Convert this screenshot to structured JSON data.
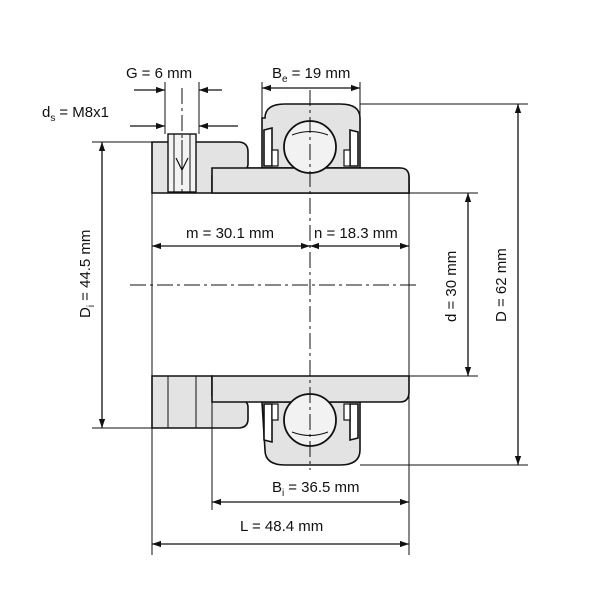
{
  "drawing": {
    "labels": {
      "G": {
        "symbol": "G",
        "value": "= 6 mm"
      },
      "ds": {
        "symbol": "d",
        "sub": "s",
        "value": "= M8x1"
      },
      "Be": {
        "symbol": "B",
        "sub": "e",
        "value": "= 19 mm"
      },
      "m": {
        "text": "m = 30.1 mm"
      },
      "n": {
        "text": "n = 18.3 mm"
      },
      "Di": {
        "symbol": "D",
        "sub": "i",
        "value": "= 44.5 mm"
      },
      "d": {
        "text": "d = 30 mm"
      },
      "D": {
        "text": "D = 62 mm"
      },
      "Bi": {
        "symbol": "B",
        "sub": "i",
        "value": "= 36.5 mm"
      },
      "L": {
        "text": "L = 48.4 mm"
      }
    },
    "colors": {
      "ink": "#111111",
      "part_fill": "#e3e3e3",
      "ball_fill": "#f2f2f2",
      "background": "#ffffff"
    }
  }
}
